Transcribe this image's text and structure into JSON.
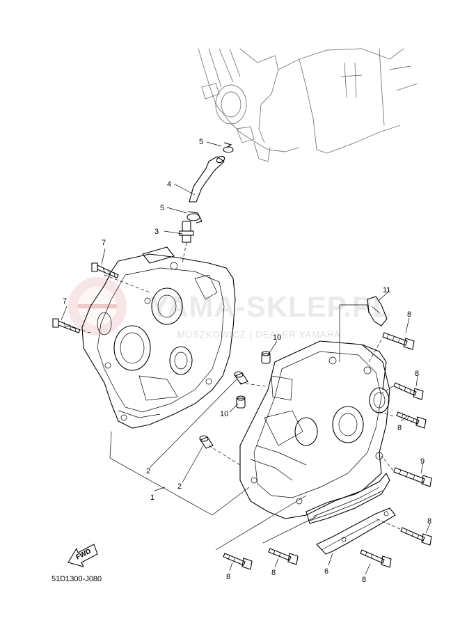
{
  "diagram": {
    "code": "51D1300-J080",
    "fwd_label": "FWD",
    "watermark": {
      "main": "YAMA-SKLEP.PL",
      "sub": "MUSZKOWICZ | DEALER YAMAHA"
    },
    "callouts": [
      {
        "id": "c1",
        "label": "1"
      },
      {
        "id": "c2a",
        "label": "2"
      },
      {
        "id": "c2b",
        "label": "2"
      },
      {
        "id": "c3",
        "label": "3"
      },
      {
        "id": "c4",
        "label": "4"
      },
      {
        "id": "c5a",
        "label": "5"
      },
      {
        "id": "c5b",
        "label": "5"
      },
      {
        "id": "c6",
        "label": "6"
      },
      {
        "id": "c7a",
        "label": "7"
      },
      {
        "id": "c7b",
        "label": "7"
      },
      {
        "id": "c8a",
        "label": "8"
      },
      {
        "id": "c8b",
        "label": "8"
      },
      {
        "id": "c8c",
        "label": "8"
      },
      {
        "id": "c8d",
        "label": "8"
      },
      {
        "id": "c8e",
        "label": "8"
      },
      {
        "id": "c8f",
        "label": "8"
      },
      {
        "id": "c8g",
        "label": "8"
      },
      {
        "id": "c9",
        "label": "9"
      },
      {
        "id": "c10a",
        "label": "10"
      },
      {
        "id": "c10b",
        "label": "10"
      },
      {
        "id": "c11",
        "label": "11"
      }
    ]
  }
}
